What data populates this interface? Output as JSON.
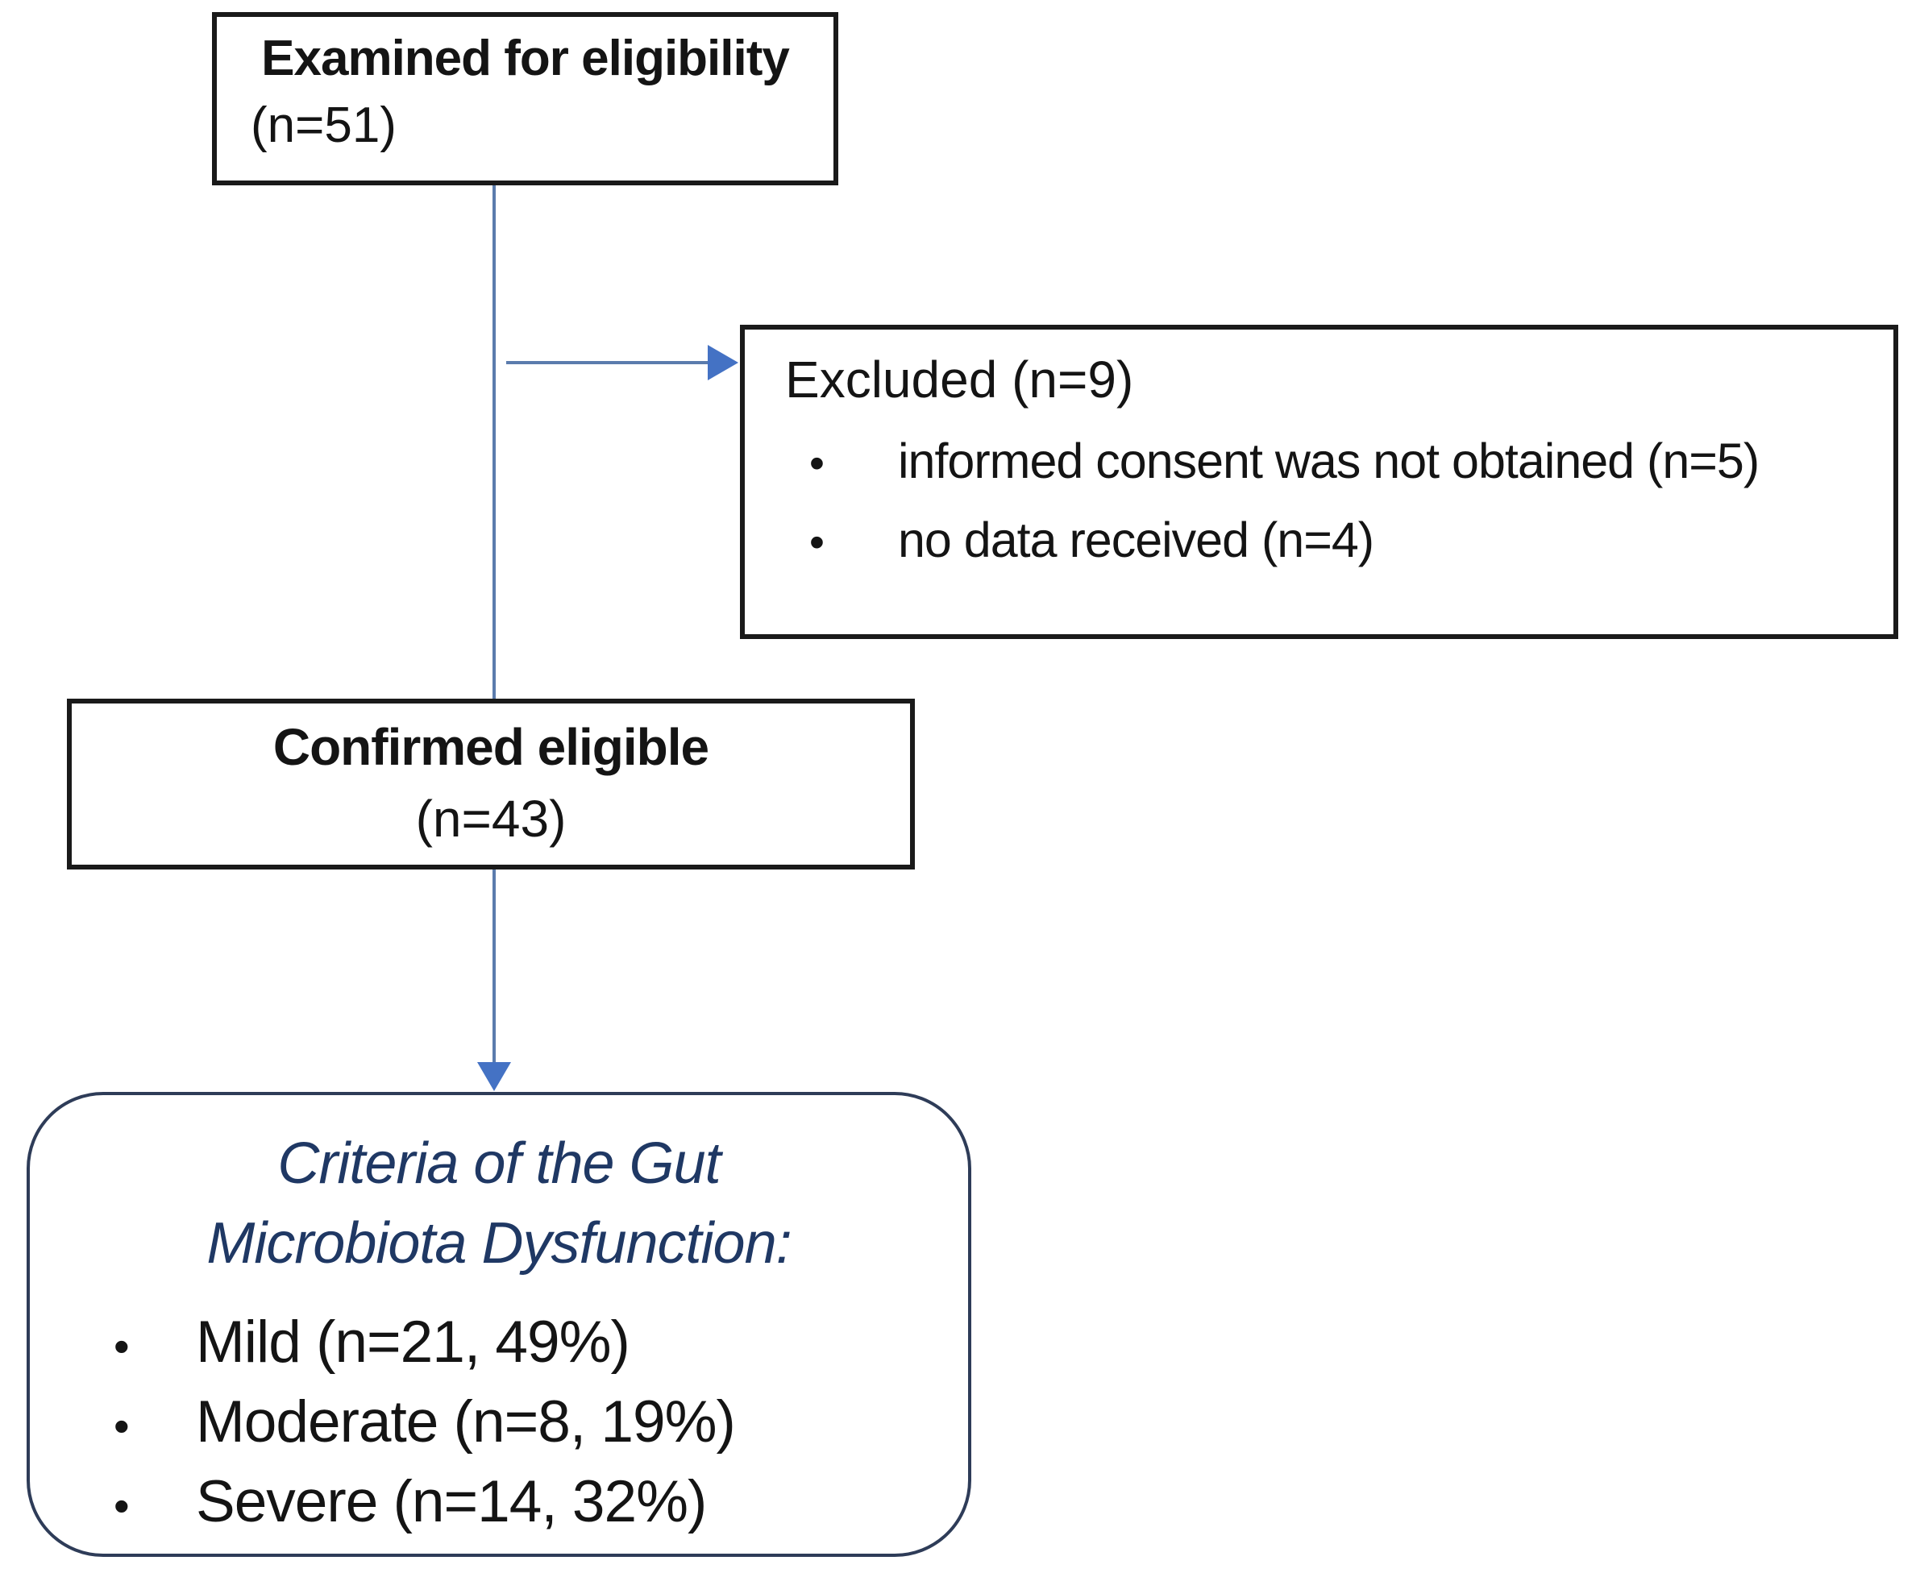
{
  "figure": {
    "bullet": "•",
    "examined": {
      "title": "Examined for eligibility",
      "n_label": "(n=51)"
    },
    "excluded": {
      "title": "Excluded (n=9)",
      "items": [
        "informed consent was not obtained (n=5)",
        "no data received (n=4)"
      ]
    },
    "confirmed": {
      "title": "Confirmed eligible",
      "n_label": "(n=43)"
    },
    "criteria": {
      "title_line1": "Criteria of the Gut",
      "title_line2": "Microbiota Dysfunction:",
      "items": [
        "Mild (n=21, 49%)",
        "Moderate (n=8, 19%)",
        "Severe (n=14, 32%)"
      ]
    },
    "colors": {
      "connector_line": "#5b7cad",
      "arrowhead": "#4472c4",
      "rect_box_border": "#1a1a1a",
      "criteria_box_border": "#2e3c58",
      "criteria_title_text": "#1f3864"
    }
  }
}
